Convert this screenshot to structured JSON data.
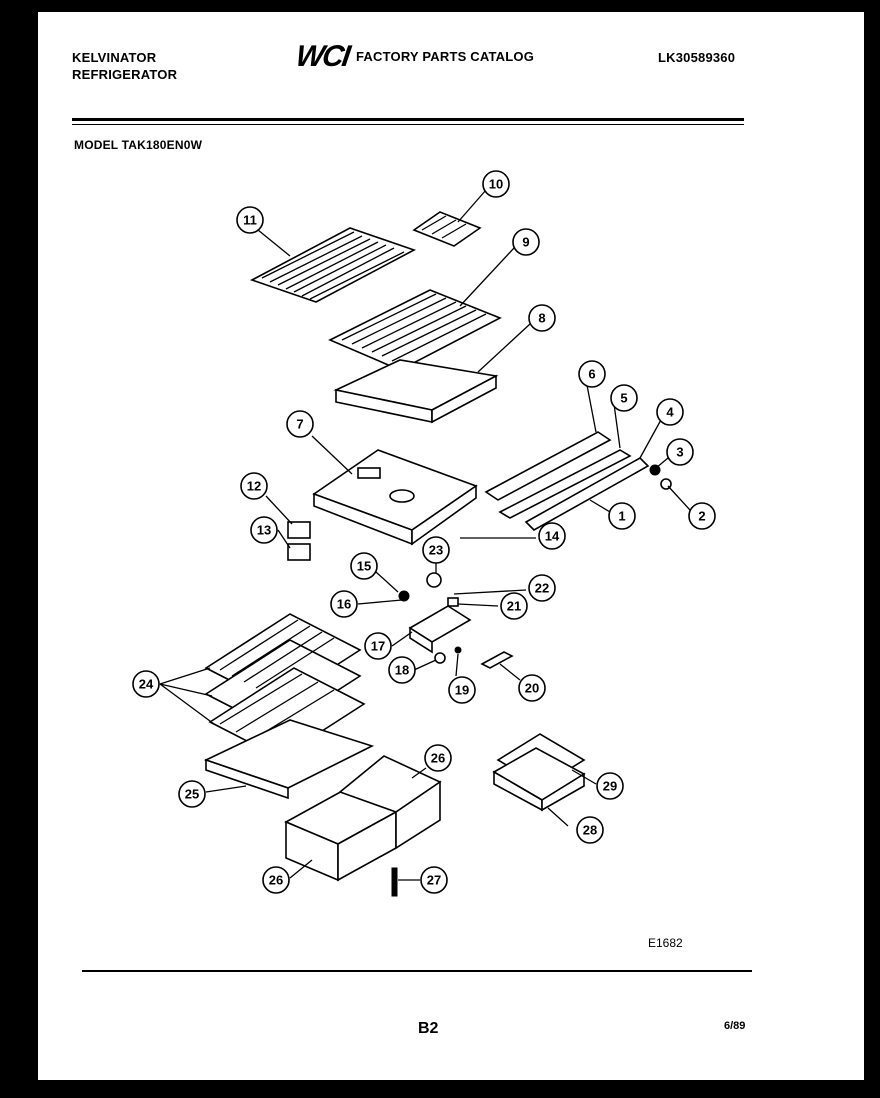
{
  "header": {
    "brand_line1": "KELVINATOR",
    "brand_line2": "REFRIGERATOR",
    "logo_text": "WCI",
    "catalog_title": "FACTORY PARTS CATALOG",
    "catalog_number": "LK30589360",
    "model_label": "MODEL TAK180EN0W"
  },
  "diagram": {
    "figure_id": "E1682",
    "callouts": [
      "1",
      "2",
      "3",
      "4",
      "5",
      "6",
      "7",
      "8",
      "9",
      "10",
      "11",
      "12",
      "13",
      "14",
      "15",
      "16",
      "17",
      "18",
      "19",
      "20",
      "21",
      "22",
      "23",
      "24",
      "25",
      "26",
      "26",
      "27",
      "28",
      "29"
    ]
  },
  "footer": {
    "page": "B2",
    "date": "6/89"
  }
}
